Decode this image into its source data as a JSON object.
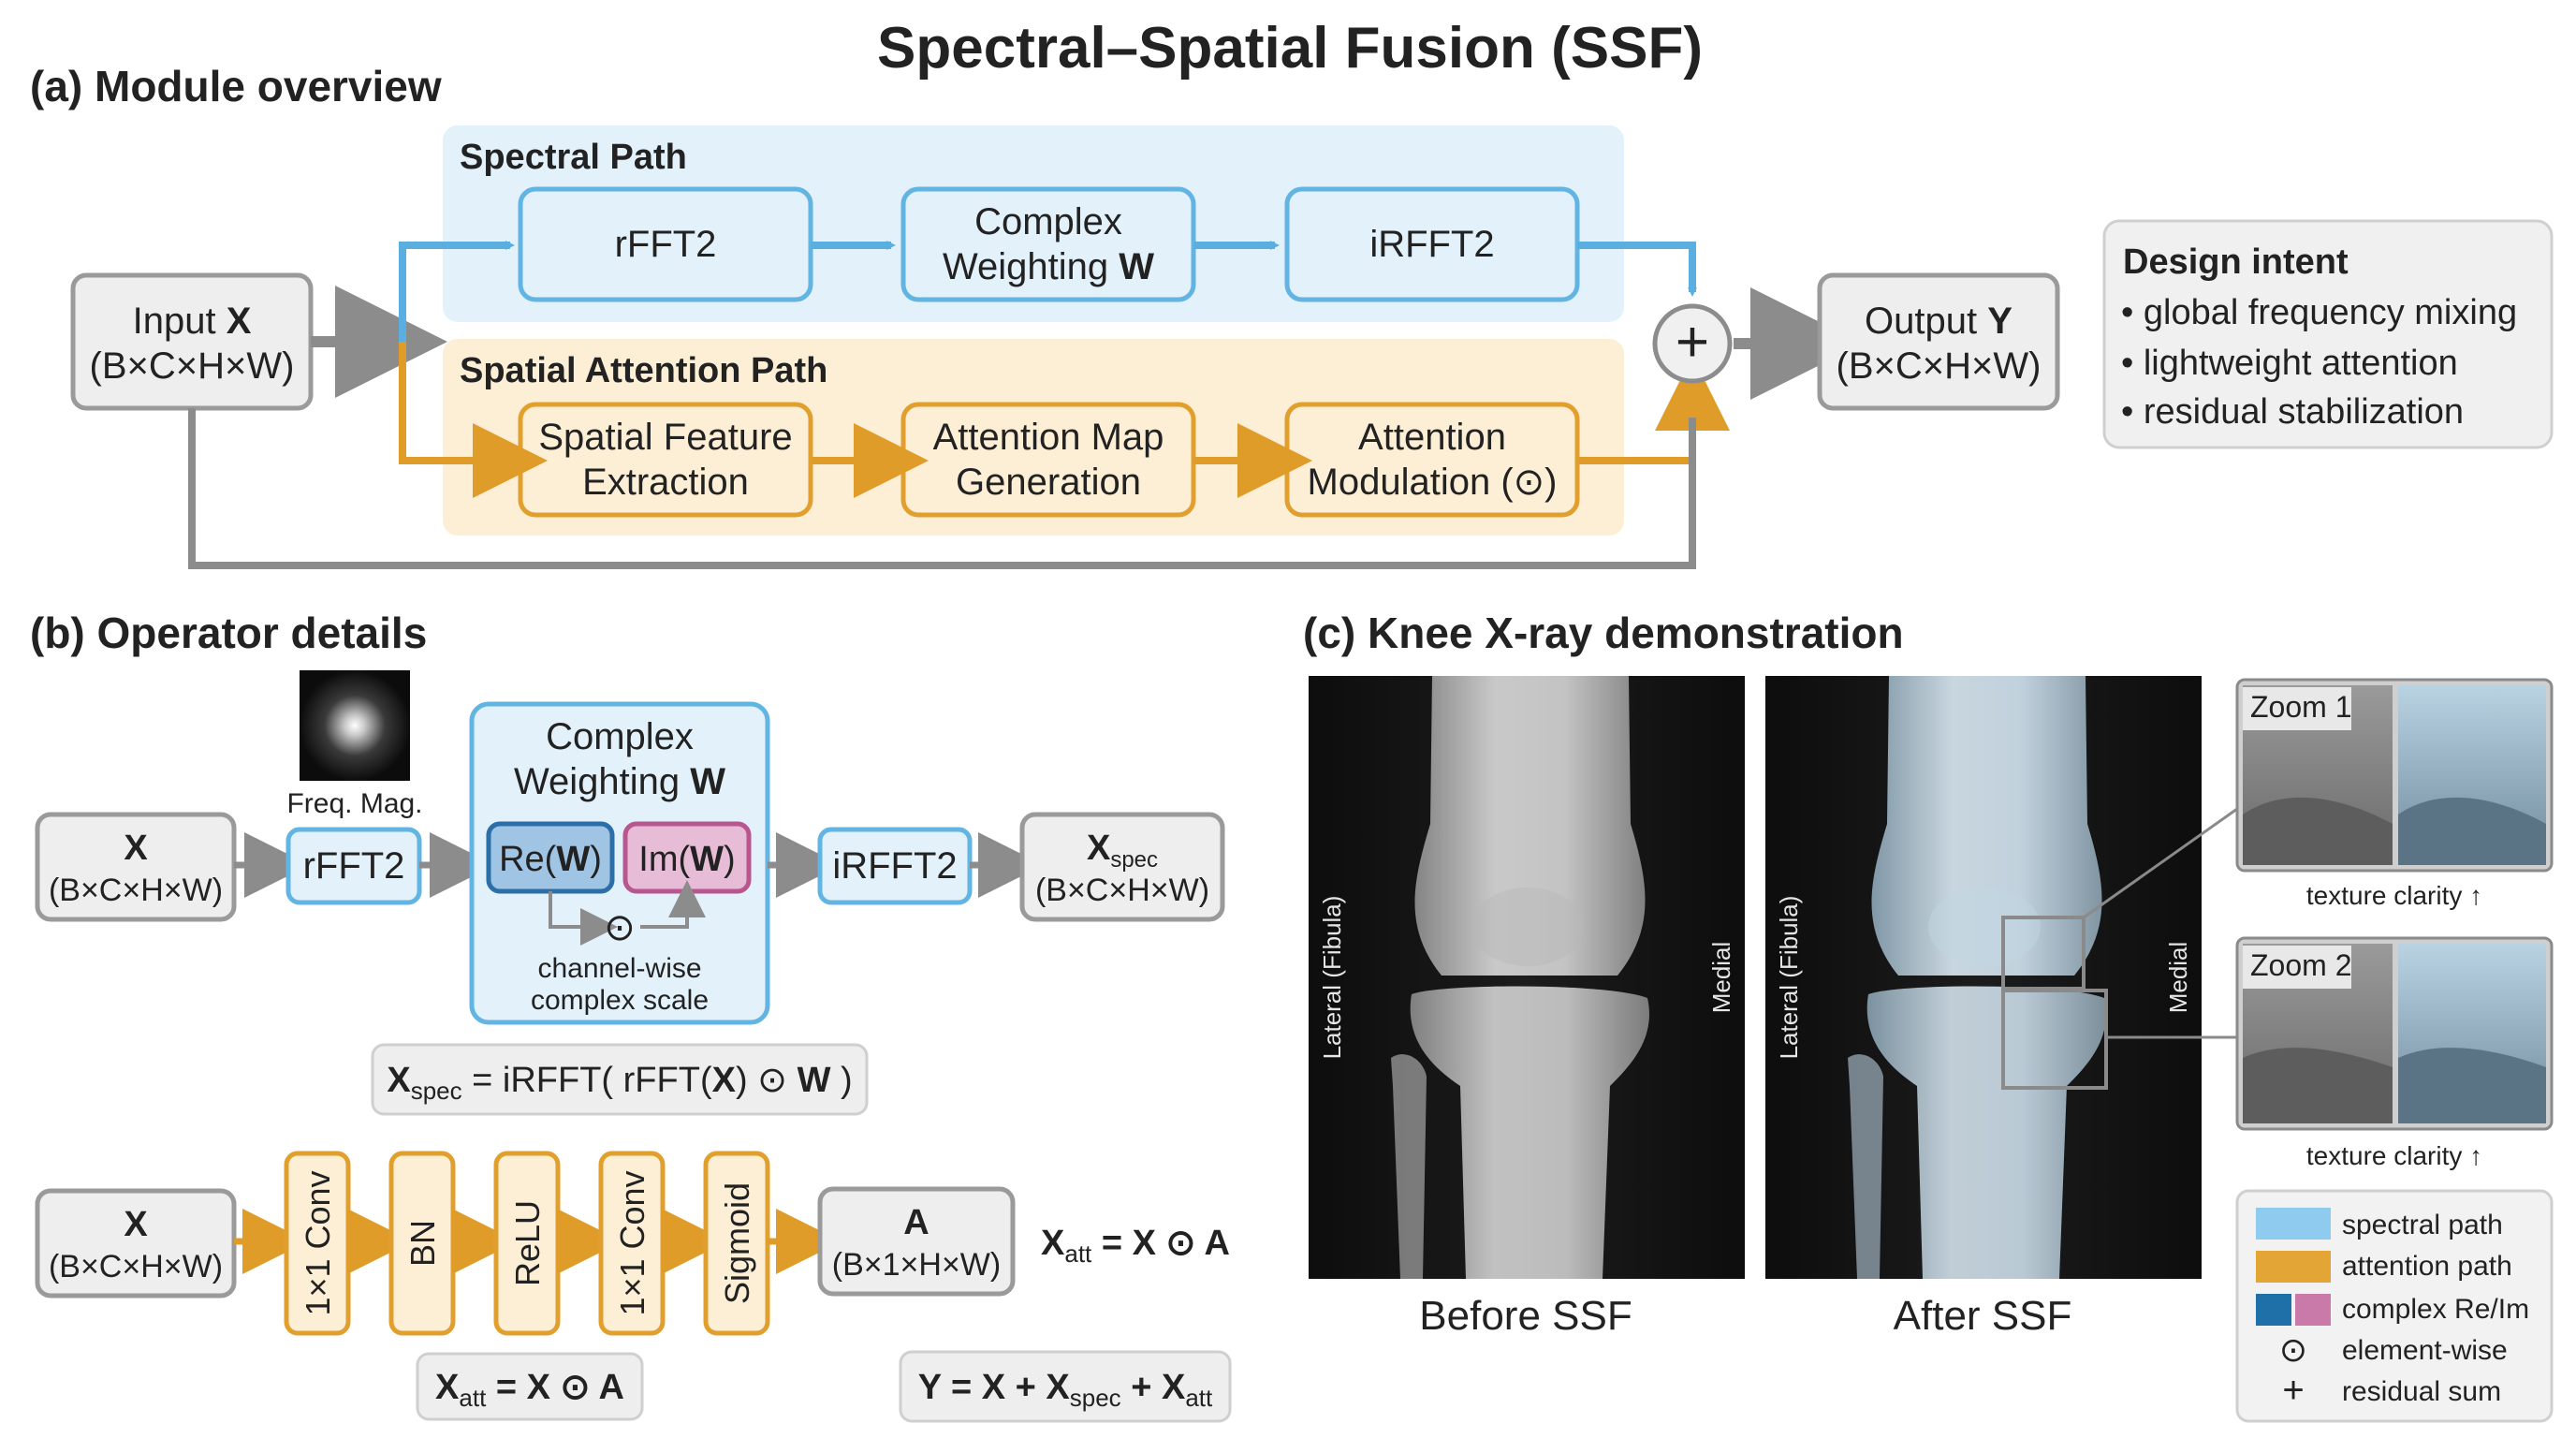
{
  "title": "Spectral–Spatial Fusion (SSF)",
  "panel_a": {
    "heading": "(a) Module overview",
    "spectral_path_label": "Spectral Path",
    "spatial_path_label": "Spatial Attention Path",
    "input": {
      "line1": "Input ",
      "sym": "X",
      "line2": "(B×C×H×W)"
    },
    "output": {
      "line1": "Output ",
      "sym": "Y",
      "line2": "(B×C×H×W)"
    },
    "spectral_nodes": {
      "rfft2": "rFFT2",
      "weight_line1": "Complex",
      "weight_line2": "Weighting ",
      "weight_sym": "W",
      "irfft2": "iRFFT2"
    },
    "spatial_nodes": {
      "sfe_line1": "Spatial Feature",
      "sfe_line2": "Extraction",
      "amg_line1": "Attention Map",
      "amg_line2": "Generation",
      "am_line1": "Attention",
      "am_line2": "Modulation (⊙)"
    },
    "sum_symbol": "+",
    "design_intent": {
      "title": "Design intent",
      "items": [
        "• global frequency mixing",
        "• lightweight attention",
        "• residual stabilization"
      ]
    }
  },
  "panel_b": {
    "heading": "(b) Operator details",
    "freq_mag_label": "Freq. Mag.",
    "spec_row": {
      "x_sym": "X",
      "x_dims": "(B×C×H×W)",
      "rfft2": "rFFT2",
      "weight_line1": "Complex",
      "weight_line2": "Weighting ",
      "weight_sym": "W",
      "re_pre": "Re(",
      "re_sym": "W",
      "re_post": ")",
      "im_pre": "Im(",
      "im_sym": "W",
      "im_post": ")",
      "odot": "⊙",
      "note_line1": "channel-wise",
      "note_line2": "complex scale",
      "irfft2": "iRFFT2",
      "xspec_sym": "X",
      "xspec_sub": "spec",
      "xspec_dims": "(B×C×H×W)"
    },
    "spec_equation": {
      "lhs": "X",
      "lhs_sub": "spec",
      "mid": " = iRFFT( rFFT(",
      "x": "X",
      "odot": ") ⊙ ",
      "w": "W",
      "end": " )"
    },
    "att_row": {
      "x_sym": "X",
      "x_dims": "(B×C×H×W)",
      "ops": [
        "1×1 Conv",
        "BN",
        "ReLU",
        "1×1 Conv",
        "Sigmoid"
      ],
      "a_sym": "A",
      "a_dims": "(B×1×H×W)"
    },
    "att_equation": {
      "lhs": "X",
      "lhs_sub": "att",
      "rhs": " = X ⊙ A"
    },
    "att_equation_box": {
      "lhs": "X",
      "lhs_sub": "att",
      "rhs": " = X ⊙ A"
    },
    "final_equation": {
      "p1": "Y = X + X",
      "sub1": "spec",
      "p2": " + X",
      "sub2": "att"
    }
  },
  "panel_c": {
    "heading": "(c) Knee X-ray demonstration",
    "before_label": "Before SSF",
    "after_label": "After SSF",
    "lateral_label": "Lateral (Fibula)",
    "medial_label": "Medial",
    "zoom1_label": "Zoom 1",
    "zoom2_label": "Zoom 2",
    "texture_label_1": "texture clarity ↑",
    "texture_label_2": "texture clarity ↑",
    "legend": [
      {
        "label": "spectral path",
        "color": "#8ecbef"
      },
      {
        "label": "attention path",
        "color": "#e3a535"
      },
      {
        "label": "complex Re/Im",
        "color": "#1f6fa8",
        "color2": "#c97aa8"
      },
      {
        "label": "element-wise",
        "symbol": "⊙"
      },
      {
        "label": "residual sum",
        "symbol": "+"
      }
    ]
  },
  "colors": {
    "spectral_fill": "#e3f1fb",
    "spectral_stroke": "#62b4e3",
    "spatial_fill": "#fcefd6",
    "spatial_stroke": "#e1a02e",
    "gray_box": "#eeeeee",
    "gray_stroke": "#9a9a9a"
  }
}
